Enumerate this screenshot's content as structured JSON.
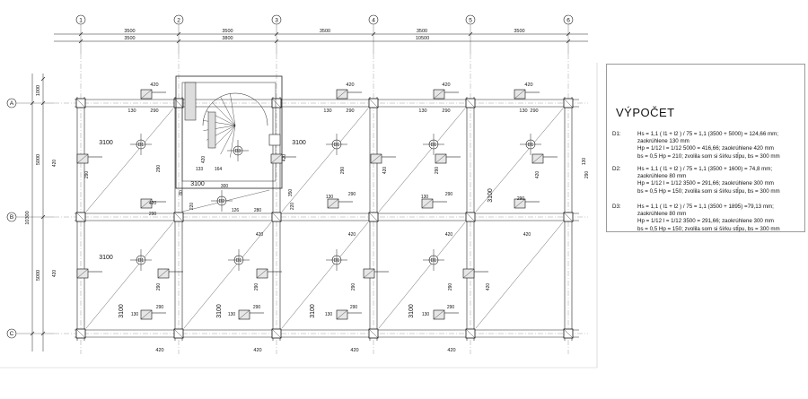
{
  "axes": {
    "vertical": [
      "1",
      "2",
      "3",
      "4",
      "5",
      "6"
    ],
    "horizontal": [
      "A",
      "B",
      "C"
    ]
  },
  "dimensions_top": {
    "row1": [
      "3500",
      "3500",
      "3500",
      "3500",
      "3500"
    ],
    "row2": [
      "3500",
      "3800",
      "10500"
    ]
  },
  "dimensions_left": {
    "inner": [
      "1000",
      "5000",
      "5000"
    ],
    "outer": "10300"
  },
  "annotations": {
    "w420": "420",
    "w290": "290",
    "w130": "130",
    "w3100": "3100",
    "w300": "300",
    "w350": "350",
    "w280": "280",
    "w220": "220",
    "w164": "164",
    "w133": "133",
    "w126": "126",
    "w80": "80"
  },
  "slab_labels": {
    "d1": "D1",
    "d2": "D2",
    "d3": "D3"
  },
  "calc": {
    "title": "VÝPOČET",
    "items": [
      {
        "label": "D1:",
        "lines": [
          "Hs = 1,1 ( l1 + l2 ) / 75 = 1,1 (3500 + 5000) = 124,66 mm;",
          "zaokrúhlene 130 mm",
          "Hp = 1/12 l = 1/12 5000 = 416,66; zaokrúhlene 420 mm",
          "bs  = 0,5 Hp = 210; zvolila som si šírku stĺpu, bs = 300 mm"
        ]
      },
      {
        "label": "D2:",
        "lines": [
          "Hs = 1,1 ( l1 + l2 ) / 75 = 1,1 (3500 + 1600) = 74,8 mm;",
          "zaokrúhlene 80 mm",
          "Hp = 1/12 l = 1/12 3500 = 291,66; zaokrúhlene 300 mm",
          "bs  = 0,5 Hp = 150; zvolila som si šírku stĺpu, bs = 300 mm"
        ]
      },
      {
        "label": "D3:",
        "lines": [
          "Hs = 1,1 ( l1 + l2 ) / 75 = 1,1 (3500 + 1895) =79,13 mm;",
          "zaokrúhlene 80 mm",
          "Hp = 1/12 l = 1/12 3500 = 291,66; zaokrúhlene 300 mm",
          "bs  = 0,5 Hp = 150; zvolila som si šírku stĺpu, bs = 300 mm"
        ]
      }
    ]
  }
}
